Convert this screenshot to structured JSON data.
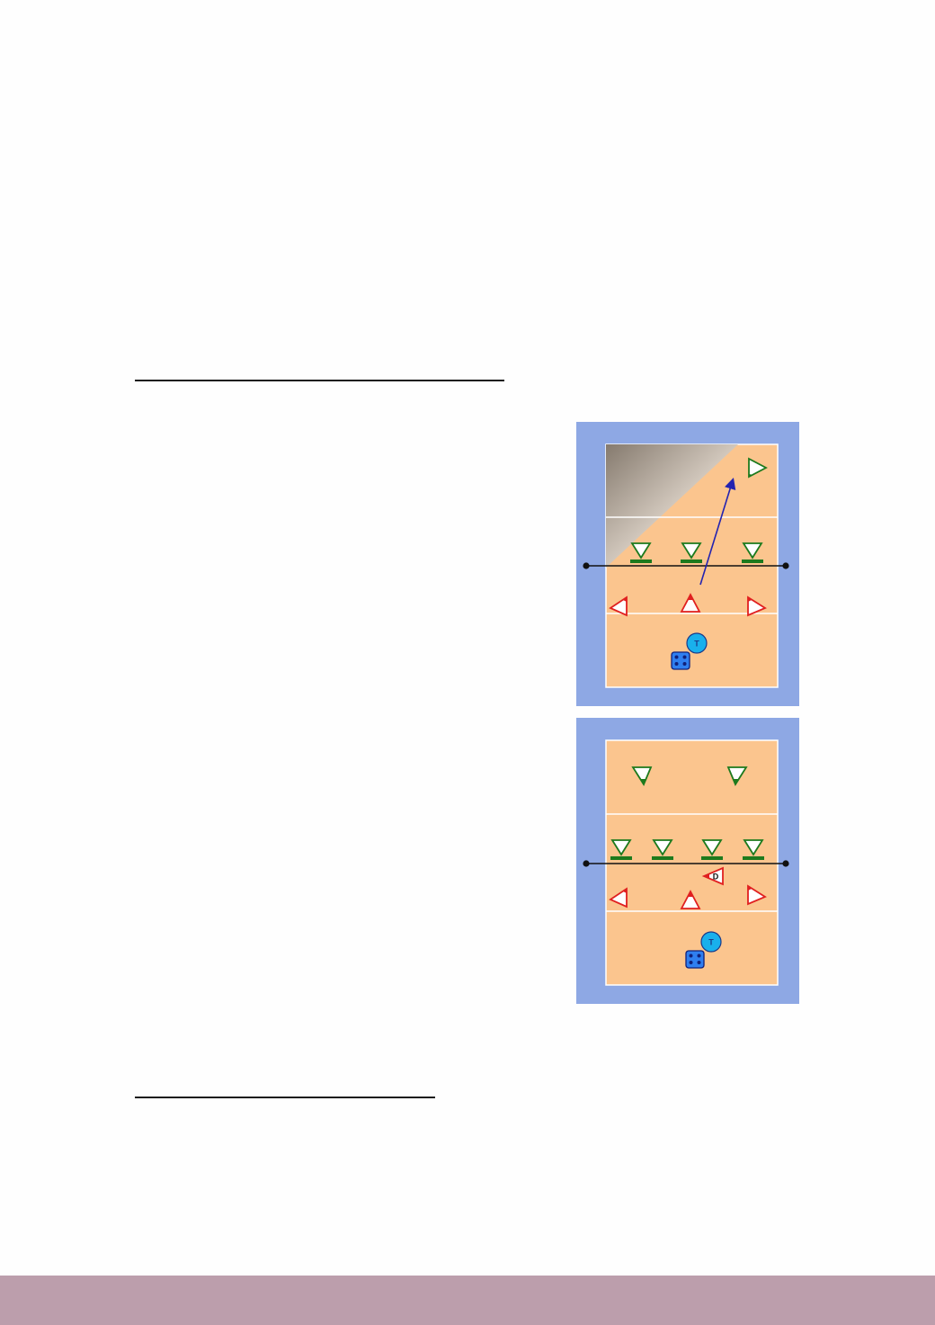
{
  "colors": {
    "page_background": "#fefefe",
    "rule_line": "#1a1a1a",
    "diagram_frame": "#8ea8e4",
    "court_surface": "#fbc58e",
    "court_lines": "#ffffff",
    "net": "#111111",
    "team_green": "#1d7a1d",
    "team_red": "#e02020",
    "coach_circle": "#19b0ec",
    "ball_cart": "#2f7ff0",
    "arrow": "#2323b0",
    "shaded_zone": "#857a6e",
    "footer_band": "#bc9eac"
  },
  "diagrams": [
    {
      "coach_label": "T",
      "cart_icon": "ball-cart-icon",
      "has_shaded_zone": true,
      "has_arrow": true
    },
    {
      "coach_label": "T",
      "cart_icon": "ball-cart-icon",
      "player_label": "D",
      "has_shaded_zone": false,
      "has_arrow": false
    }
  ]
}
